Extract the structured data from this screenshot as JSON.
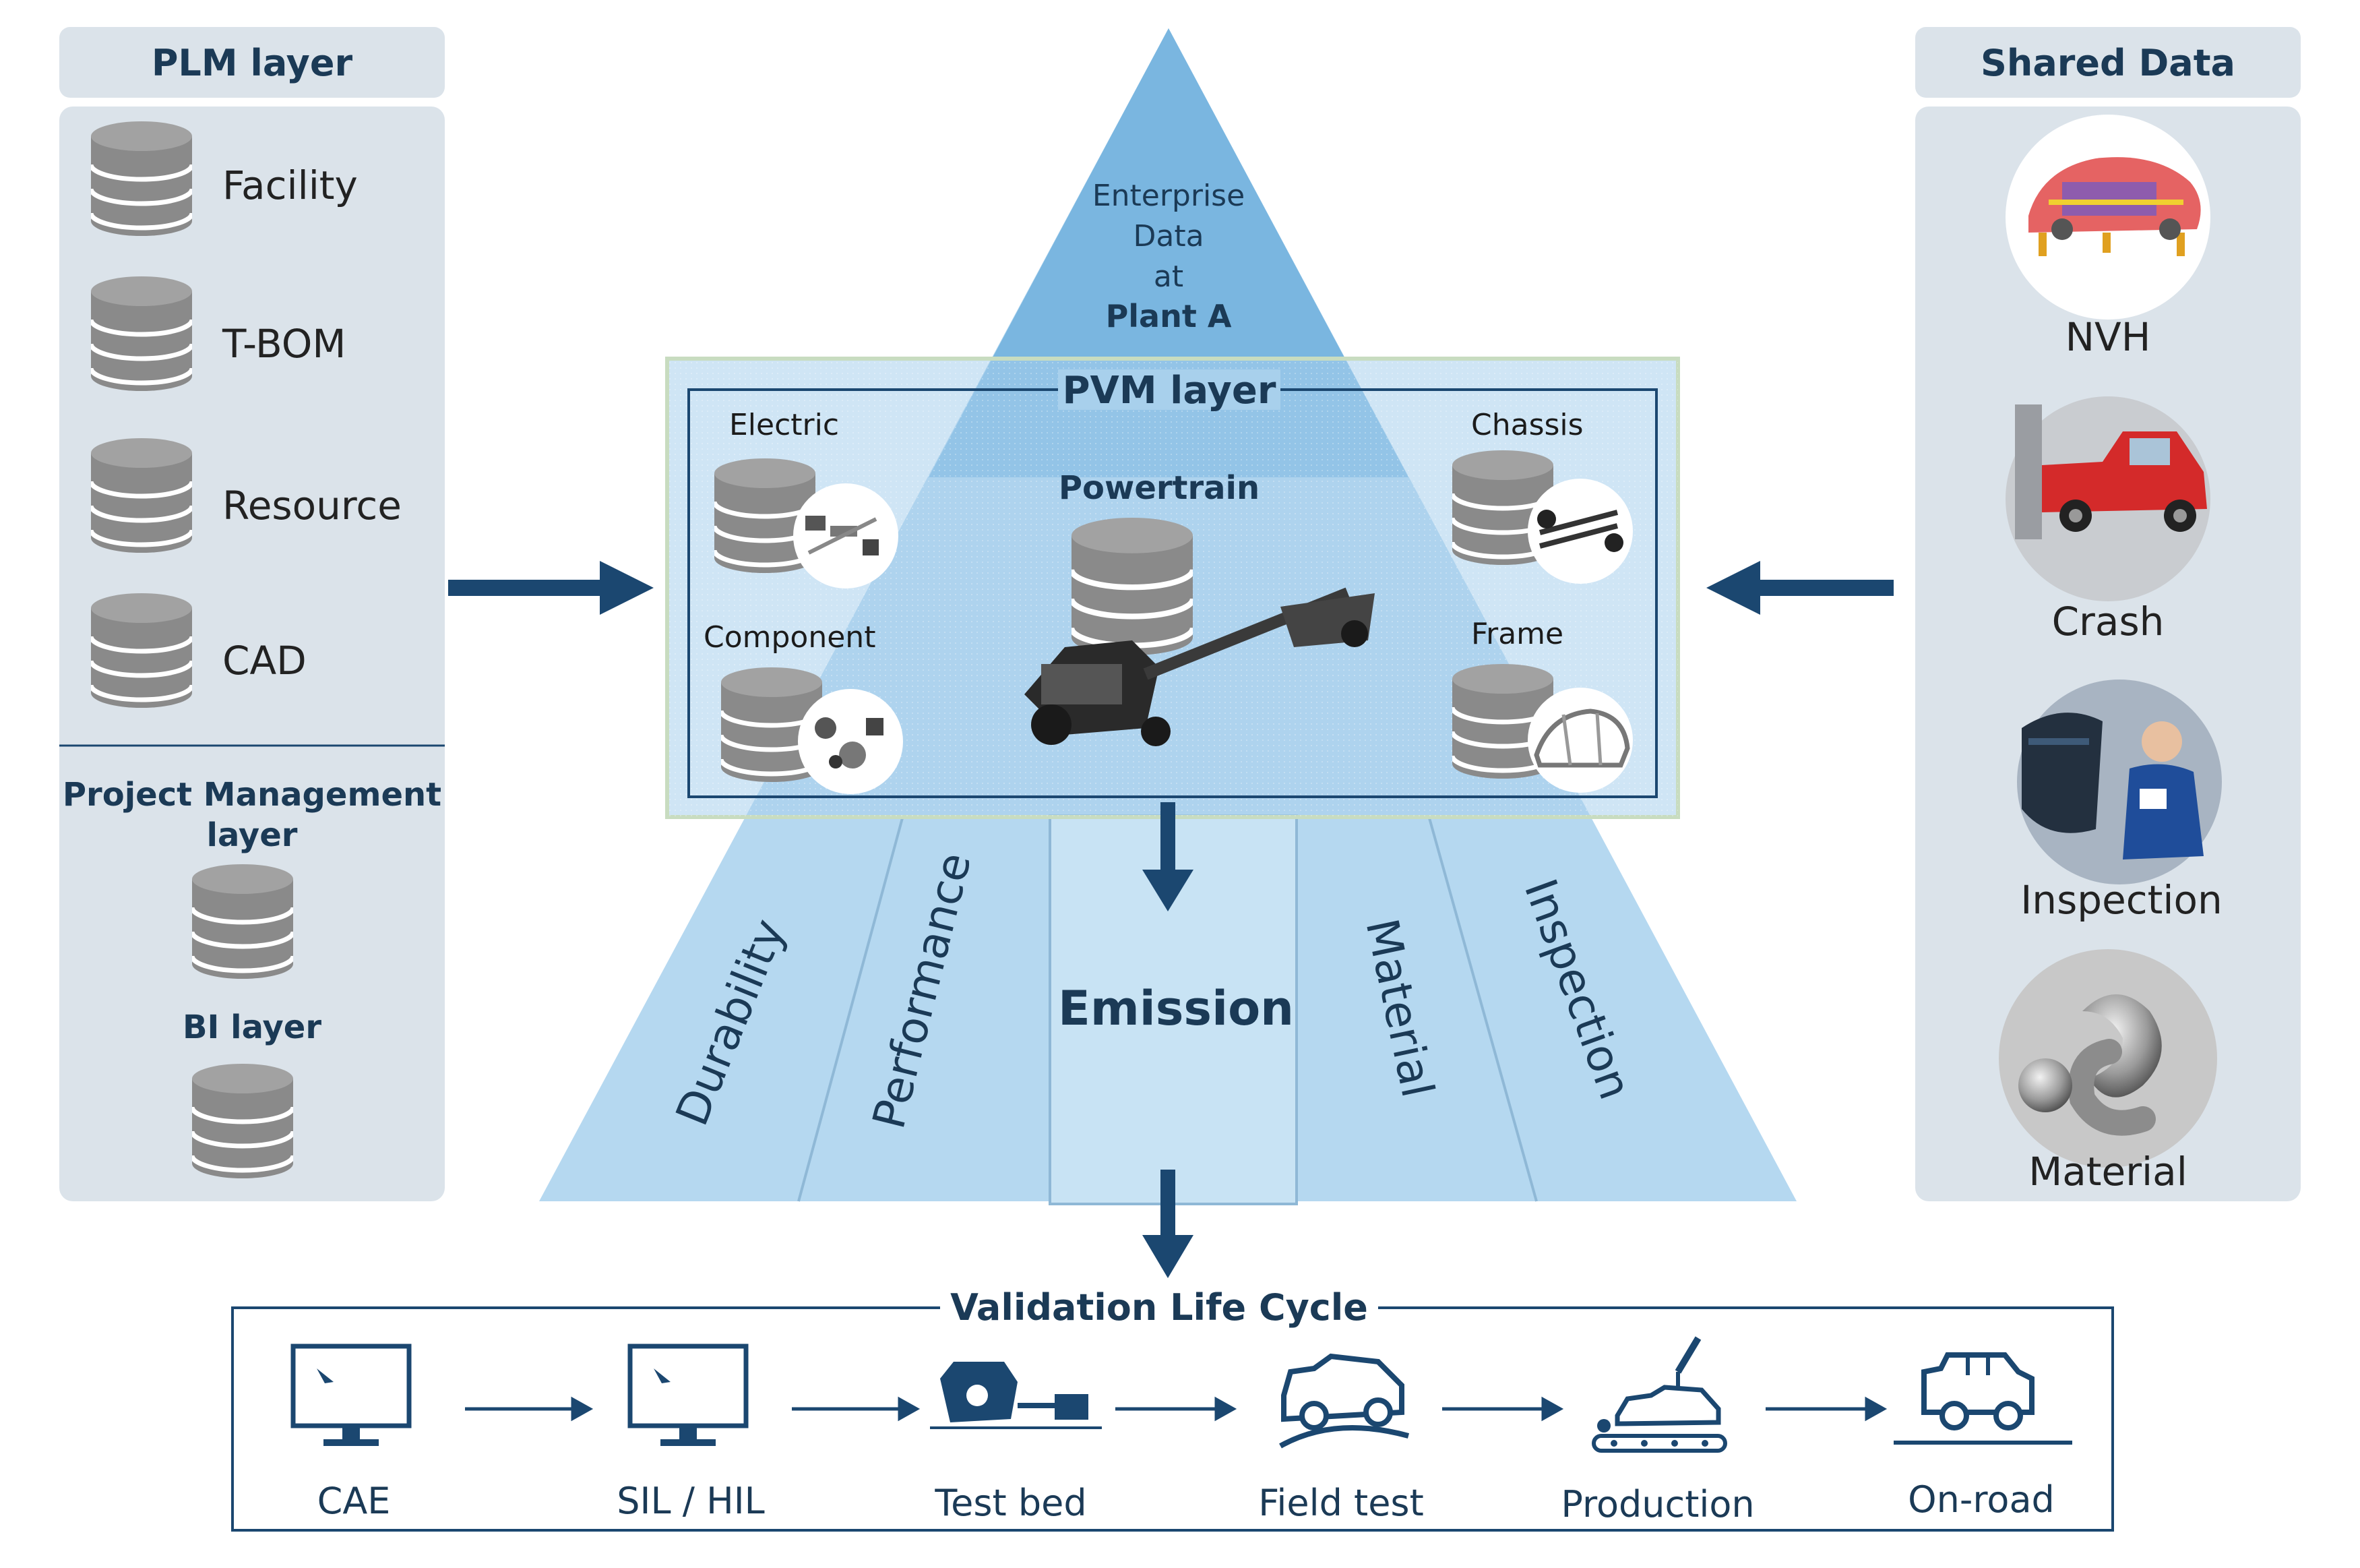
{
  "plm": {
    "title": "PLM layer",
    "items": [
      "Facility",
      "T-BOM",
      "Resource",
      "CAD"
    ],
    "pm_title_line1": "Project Management",
    "pm_title_line2": "layer",
    "bi_title": "BI layer"
  },
  "shared": {
    "title": "Shared Data",
    "items": [
      "NVH",
      "Crash",
      "Inspection",
      "Material"
    ]
  },
  "pyramid": {
    "apex_lines": [
      "Enterprise",
      "Data",
      "at"
    ],
    "apex_bold": "Plant A",
    "segments": [
      "Durability",
      "Performance",
      "Emission",
      "Material",
      "Inspection"
    ]
  },
  "pvm": {
    "title": "PVM layer",
    "modules": [
      "Electric",
      "Chassis",
      "Powertrain",
      "Component",
      "Frame"
    ]
  },
  "validation": {
    "title": "Validation Life Cycle",
    "steps": [
      "CAE",
      "SIL / HIL",
      "Test bed",
      "Field test",
      "Production",
      "On-road"
    ]
  },
  "colors": {
    "navy": "#1b4770",
    "panel": "#dbe3ea",
    "pyramid_top": "#7ab6e0",
    "pyramid_bottom": "#b5d8f0",
    "db_gray": "#8a8a8a"
  },
  "icons": [
    "database-icon",
    "arrow-right-icon",
    "arrow-left-icon",
    "arrow-down-icon",
    "monitor-icon",
    "engine-icon",
    "suv-icon",
    "factory-robot-icon",
    "car-icon"
  ]
}
